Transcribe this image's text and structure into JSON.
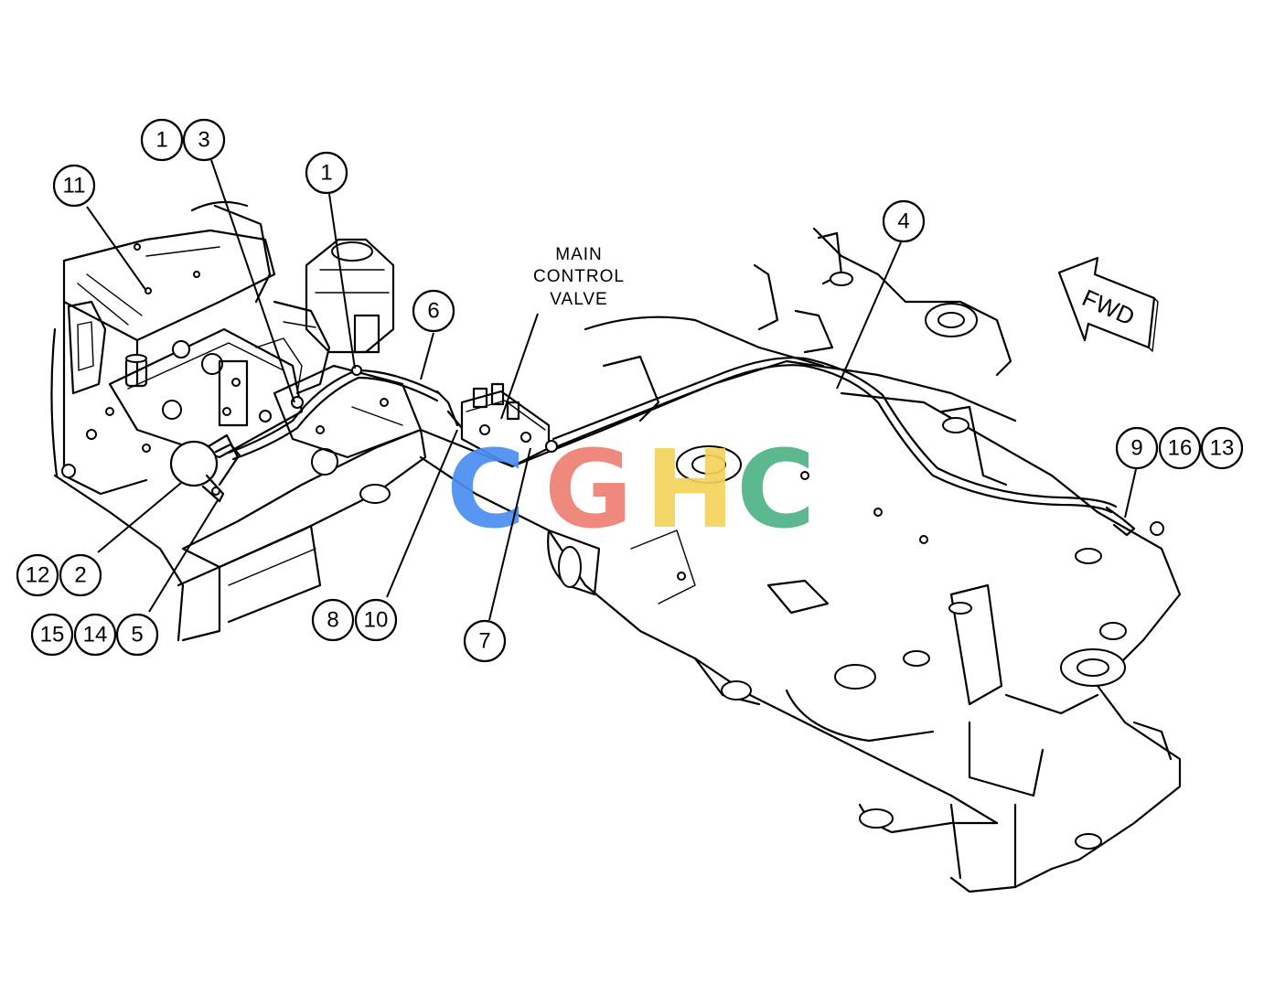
{
  "callouts": [
    {
      "id": "c1a",
      "text": "1"
    },
    {
      "id": "c3",
      "text": "3"
    },
    {
      "id": "c1b",
      "text": "1"
    },
    {
      "id": "c11",
      "text": "11"
    },
    {
      "id": "c6",
      "text": "6"
    },
    {
      "id": "c4",
      "text": "4"
    },
    {
      "id": "c9",
      "text": "9"
    },
    {
      "id": "c16",
      "text": "16"
    },
    {
      "id": "c13",
      "text": "13"
    },
    {
      "id": "c12",
      "text": "12"
    },
    {
      "id": "c2",
      "text": "2"
    },
    {
      "id": "c15",
      "text": "15"
    },
    {
      "id": "c14",
      "text": "14"
    },
    {
      "id": "c5",
      "text": "5"
    },
    {
      "id": "c8",
      "text": "8"
    },
    {
      "id": "c10",
      "text": "10"
    },
    {
      "id": "c7",
      "text": "7"
    }
  ],
  "label": {
    "line1": "MAIN",
    "line2": "CONTROL",
    "line3": "VALVE"
  },
  "direction_arrow": {
    "text": "FWD"
  },
  "watermark": {
    "letters": [
      "C",
      "G",
      "H",
      "C"
    ],
    "colors": [
      "#4a8ff0",
      "#ef7f72",
      "#f3d35a",
      "#4fb386"
    ]
  }
}
